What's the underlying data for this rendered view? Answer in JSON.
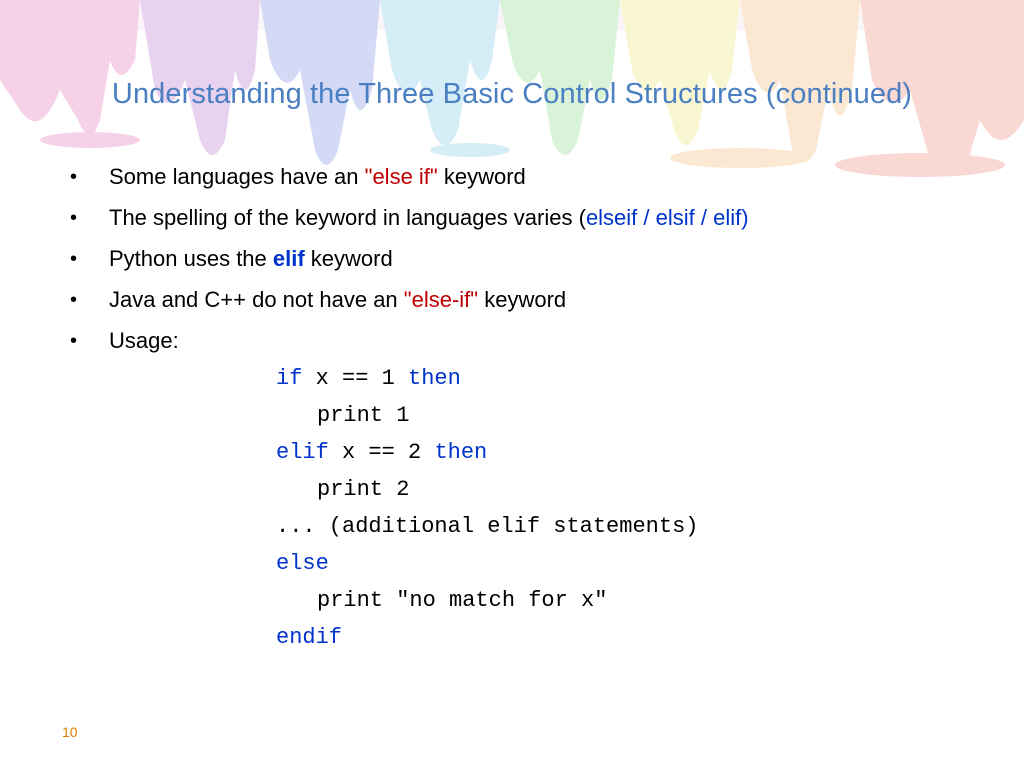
{
  "slide": {
    "title": "Understanding the Three Basic Control Structures (continued)",
    "page_number": "10",
    "colors": {
      "title": "#4a7fc1",
      "red_keyword": "#c00000",
      "blue_keyword": "#0033cc",
      "page_number": "#e07b00"
    },
    "bullets": [
      {
        "prefix": "Some languages have an ",
        "highlight": "\"else if\"",
        "suffix": " keyword"
      },
      {
        "prefix": "The spelling of the keyword in languages varies  (",
        "highlight": "elseif / elsif / elif",
        "suffix": ")"
      },
      {
        "prefix": "Python uses the ",
        "highlight": "elif",
        "suffix": " keyword"
      },
      {
        "prefix": "Java and C++ do not have an ",
        "highlight": "\"else-if\"",
        "suffix": " keyword"
      },
      {
        "prefix": "Usage:"
      }
    ],
    "code": {
      "line1": {
        "kw1": "if",
        "mid": " x == 1 ",
        "kw2": "then"
      },
      "line2": {
        "text": "print 1"
      },
      "line3": {
        "kw1": "elif",
        "mid": " x == 2 ",
        "kw2": "then"
      },
      "line4": {
        "text": "print 2"
      },
      "line5": {
        "text": "... (additional elif statements)"
      },
      "line6": {
        "kw1": "else"
      },
      "line7": {
        "text": "print \"no match for x\""
      },
      "line8": {
        "kw1": "endif"
      }
    }
  }
}
